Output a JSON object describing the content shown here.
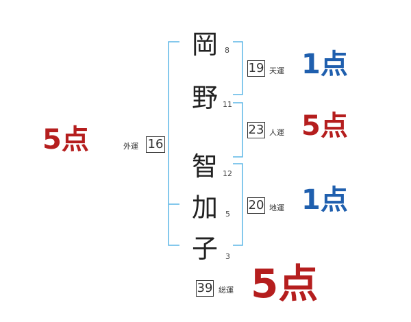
{
  "colors": {
    "bracket": "#5bb6e6",
    "good": "#1f5fae",
    "bad": "#b51e1e"
  },
  "name": {
    "characters": [
      {
        "char": "岡",
        "strokes": "8"
      },
      {
        "char": "野",
        "strokes": "11"
      },
      {
        "char": "智",
        "strokes": "12"
      },
      {
        "char": "加",
        "strokes": "5"
      },
      {
        "char": "子",
        "strokes": "3"
      }
    ]
  },
  "fortunes": {
    "ten": {
      "value": "19",
      "label": "天運",
      "score": "1点"
    },
    "jin": {
      "value": "23",
      "label": "人運",
      "score": "5点"
    },
    "chi": {
      "value": "20",
      "label": "地運",
      "score": "1点"
    },
    "gai": {
      "value": "16",
      "label": "外運",
      "score": "5点"
    },
    "so": {
      "value": "39",
      "label": "総運",
      "score": "5点"
    }
  }
}
